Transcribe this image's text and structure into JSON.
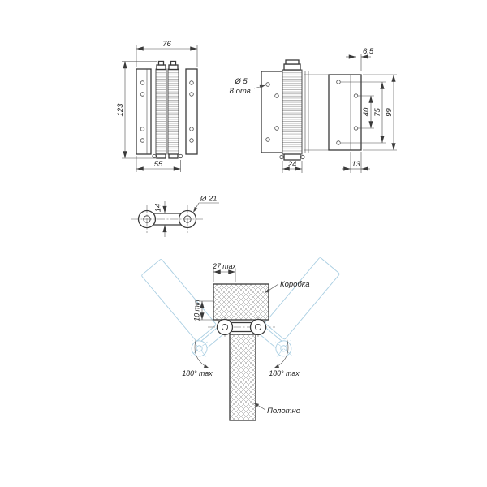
{
  "colors": {
    "ink": "#3a3a3a",
    "ghost": "#a9cee2",
    "hatch": "#8f8f8f"
  },
  "views": {
    "front": {
      "dim_width": "76",
      "dim_height": "123",
      "dim_bottom": "55"
    },
    "back": {
      "dim_edge_offset": "6,5",
      "hole_note_line1": "Ø 5",
      "hole_note_line2": "8 отв.",
      "dim_holes_inner": "40",
      "dim_holes_outer": "75",
      "dim_leaf_height": "99",
      "dim_barrel": "24",
      "dim_flange": "13"
    },
    "top": {
      "dim_bar": "14",
      "dim_knuckle": "Ø 21"
    },
    "installation": {
      "dim_depth": "27 max",
      "dim_gap": "10 min",
      "label_frame": "Коробка",
      "label_leaf": "Полотно",
      "angle_left": "180° max",
      "angle_right": "180° max"
    }
  }
}
